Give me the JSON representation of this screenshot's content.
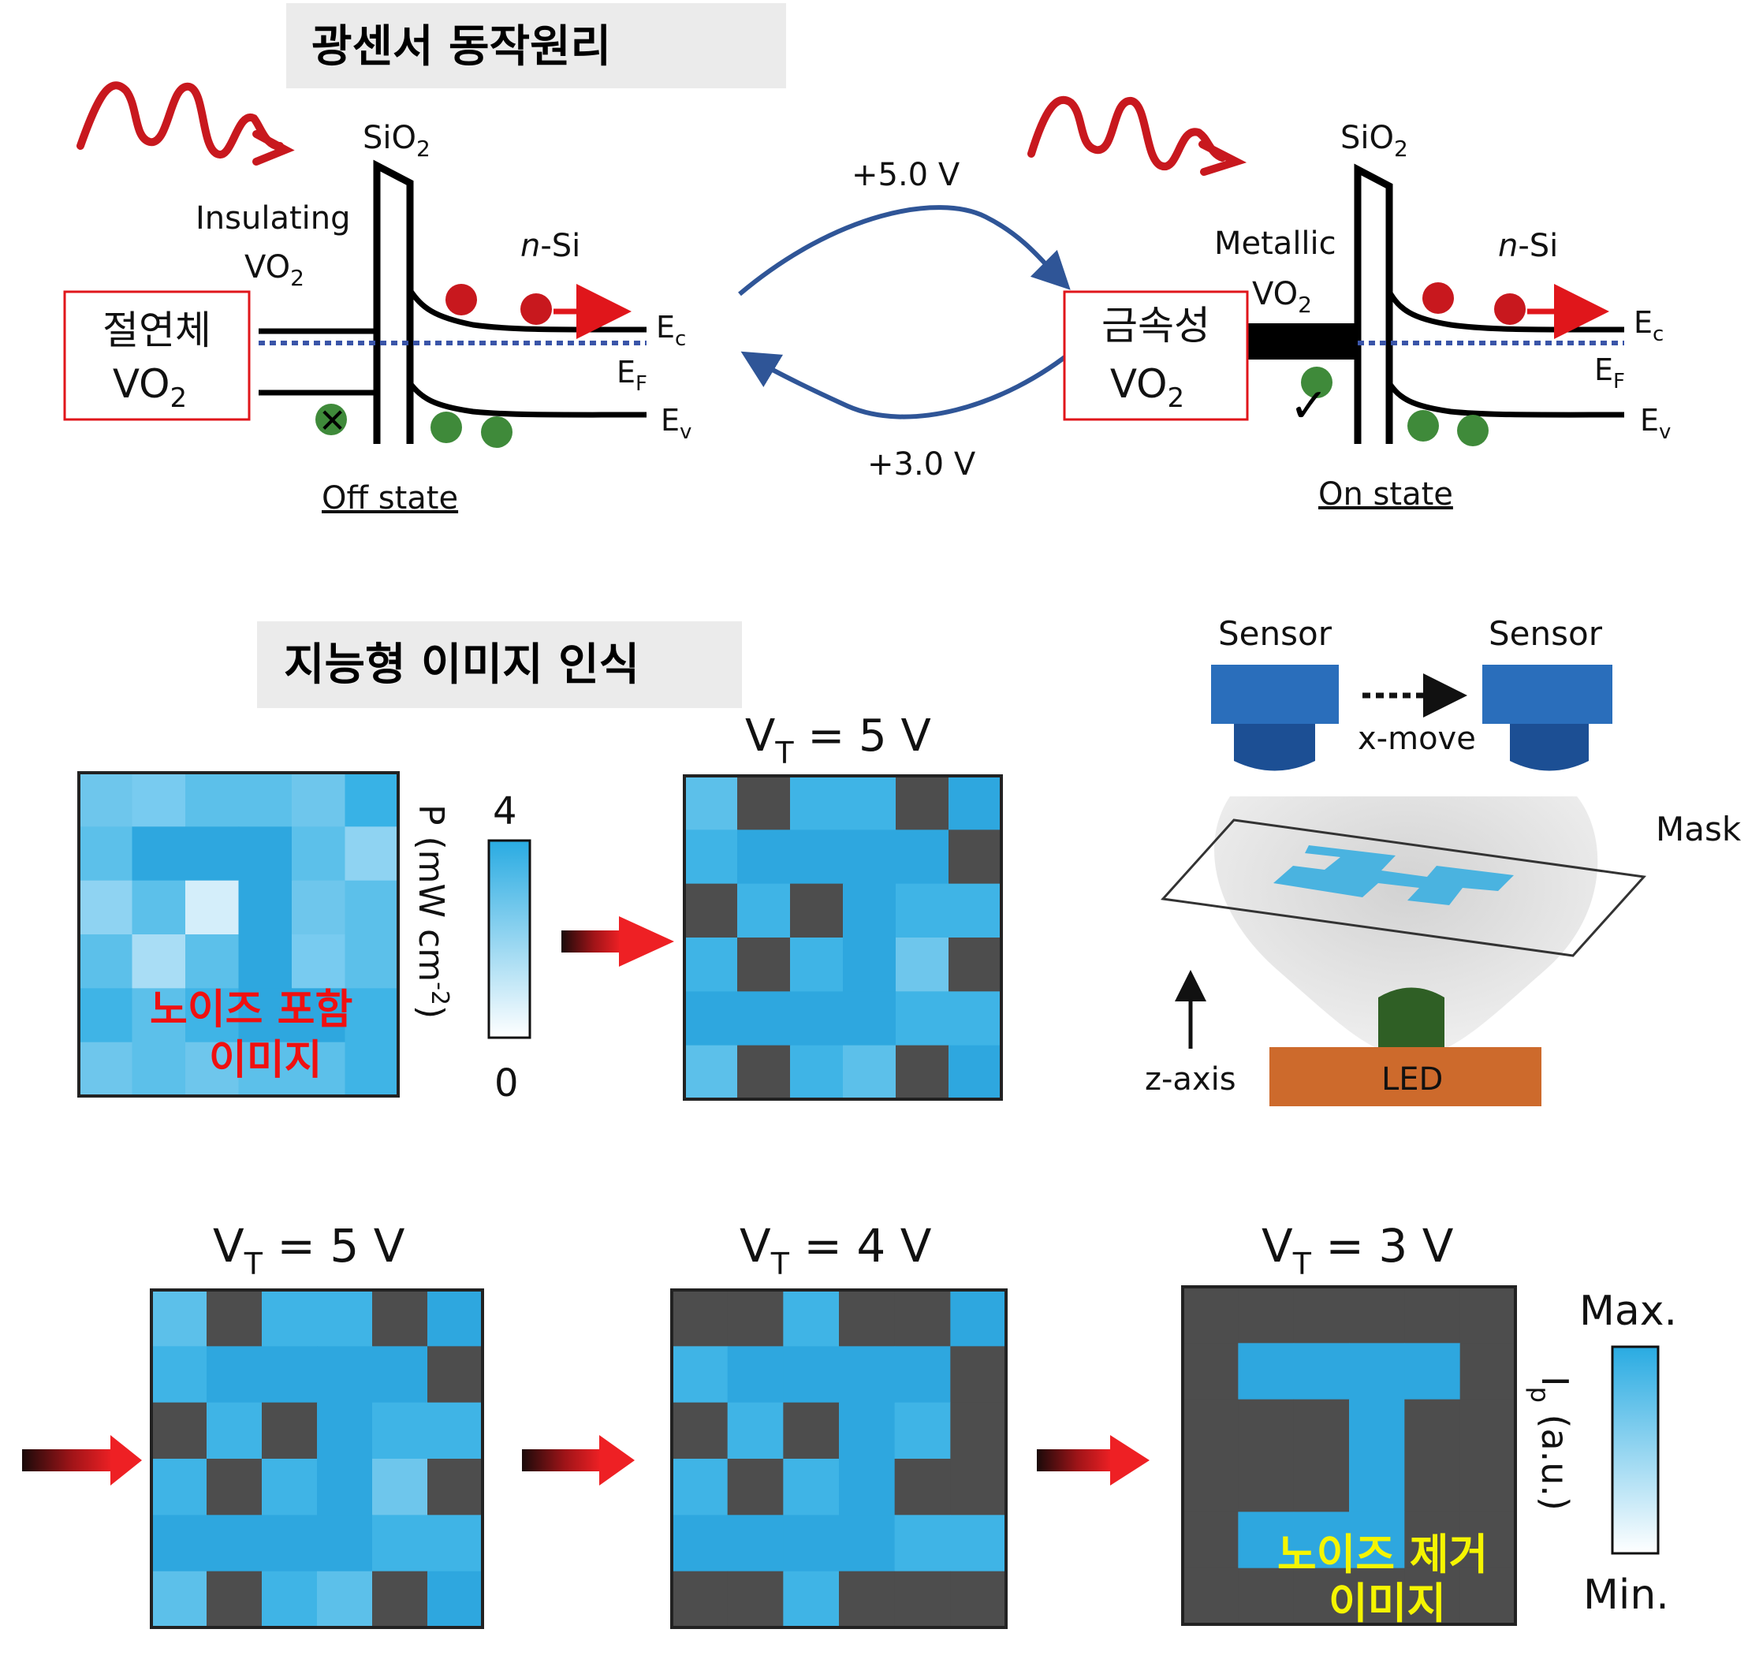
{
  "section1": {
    "title": "광센서 동작원리",
    "off_state": {
      "oxide_label": "SiO",
      "oxide_sub": "2",
      "material_line1": "Insulating",
      "material_line2": "VO",
      "material_sub": "2",
      "semiconductor": "n",
      "semiconductor_suffix": "-Si",
      "ec": "E",
      "ec_sub": "c",
      "ef": "E",
      "ef_sub": "F",
      "ev": "E",
      "ev_sub": "v",
      "callout_line1": "절연체",
      "callout_line2": "VO",
      "callout_sub": "2",
      "state_label": "Off state",
      "mark": "✕"
    },
    "on_state": {
      "oxide_label": "SiO",
      "oxide_sub": "2",
      "material_line1": "Metallic",
      "material_line2": "VO",
      "material_sub": "2",
      "semiconductor": "n",
      "semiconductor_suffix": "-Si",
      "ec": "E",
      "ec_sub": "c",
      "ef": "E",
      "ef_sub": "F",
      "ev": "E",
      "ev_sub": "v",
      "callout_line1": "금속성",
      "callout_line2": "VO",
      "callout_sub": "2",
      "state_label": "On state",
      "mark": "✓"
    },
    "switch_on_voltage": "+5.0 V",
    "switch_off_voltage": "+3.0 V"
  },
  "section2": {
    "title": "지능형 이미지 인식",
    "input_image_label_line1": "노이즈 포함",
    "input_image_label_line2": "이미지",
    "colorbar": {
      "label": "P (mW cm",
      "label_sup": "-2",
      "label_close": ")",
      "max": "4",
      "min": "0"
    },
    "vt5_title": "V",
    "vt5_sub": "T",
    "vt5_value": " = 5 V",
    "setup": {
      "sensor_left": "Sensor",
      "sensor_right": "Sensor",
      "move": "x-move",
      "mask": "Mask",
      "axis": "z-axis",
      "led": "LED"
    }
  },
  "section3": {
    "panels": [
      {
        "v": "V",
        "sub": "T",
        "value": " = 5 V"
      },
      {
        "v": "V",
        "sub": "T",
        "value": " = 4 V"
      },
      {
        "v": "V",
        "sub": "T",
        "value": " = 3 V"
      }
    ],
    "output_label_line1": "노이즈 제거",
    "output_label_line2": "이미지",
    "colorbar": {
      "max": "Max.",
      "min": "Min.",
      "label": "I",
      "label_sub": "p",
      "label_rest": " (a.u.)"
    }
  },
  "colors": {
    "title_bg": "#ebebeb",
    "callout_border": "#e0161b",
    "wave_red": "#c8181e",
    "arrow_blue": "#2f5597",
    "electron_red": "#c8181e",
    "hole_green": "#3f8a3a",
    "fermi_blue": "#3a55a8",
    "pixel_blue": "#29abe2",
    "pixel_dark": "#4d4d4d",
    "label_red": "#f01010",
    "label_yellow": "#f5f500",
    "sensor_blue": "#2a6ebb",
    "led_orange": "#cd6a2c",
    "led_green": "#2f5f25"
  },
  "grids": {
    "noisy_input": [
      [
        "#6ec6ec",
        "#78cbf0",
        "#5cc0ea",
        "#5cc0ea",
        "#6ec6ec",
        "#38b2e6"
      ],
      [
        "#5cc0ea",
        "#2ea7df",
        "#2ea7df",
        "#2ea7df",
        "#5cc0ea",
        "#8fd3f2"
      ],
      [
        "#8fd3f2",
        "#5cc0ea",
        "#d4eefa",
        "#2ea7df",
        "#6ec6ec",
        "#5cc0ea"
      ],
      [
        "#5cc0ea",
        "#a9ddf5",
        "#5cc0ea",
        "#2ea7df",
        "#78cbf0",
        "#5cc0ea"
      ],
      [
        "#3fb4e6",
        "#5cc0ea",
        "#3fb4e6",
        "#2ea7df",
        "#2ea7df",
        "#3fb4e6"
      ],
      [
        "#6ec6ec",
        "#5cc0ea",
        "#6ec6ec",
        "#5cc0ea",
        "#5cc0ea",
        "#3fb4e6"
      ]
    ],
    "vt5": [
      [
        "#5cc0ea",
        "#4d4d4d",
        "#3fb4e6",
        "#3fb4e6",
        "#4d4d4d",
        "#2ea7df"
      ],
      [
        "#3fb4e6",
        "#2ea7df",
        "#2ea7df",
        "#2ea7df",
        "#2ea7df",
        "#4d4d4d"
      ],
      [
        "#4d4d4d",
        "#3fb4e6",
        "#4d4d4d",
        "#2ea7df",
        "#3fb4e6",
        "#3fb4e6"
      ],
      [
        "#3fb4e6",
        "#4d4d4d",
        "#3fb4e6",
        "#2ea7df",
        "#6ec6ec",
        "#4d4d4d"
      ],
      [
        "#2ea7df",
        "#2ea7df",
        "#2ea7df",
        "#2ea7df",
        "#3fb4e6",
        "#3fb4e6"
      ],
      [
        "#5cc0ea",
        "#4d4d4d",
        "#3fb4e6",
        "#5cc0ea",
        "#4d4d4d",
        "#2ea7df"
      ]
    ],
    "vt4": [
      [
        "#4d4d4d",
        "#4d4d4d",
        "#3fb4e6",
        "#4d4d4d",
        "#4d4d4d",
        "#2ea7df"
      ],
      [
        "#3fb4e6",
        "#2ea7df",
        "#2ea7df",
        "#2ea7df",
        "#2ea7df",
        "#4d4d4d"
      ],
      [
        "#4d4d4d",
        "#3fb4e6",
        "#4d4d4d",
        "#2ea7df",
        "#3fb4e6",
        "#4d4d4d"
      ],
      [
        "#3fb4e6",
        "#4d4d4d",
        "#3fb4e6",
        "#2ea7df",
        "#4d4d4d",
        "#4d4d4d"
      ],
      [
        "#2ea7df",
        "#2ea7df",
        "#2ea7df",
        "#2ea7df",
        "#3fb4e6",
        "#3fb4e6"
      ],
      [
        "#4d4d4d",
        "#4d4d4d",
        "#3fb4e6",
        "#4d4d4d",
        "#4d4d4d",
        "#4d4d4d"
      ]
    ],
    "vt3": [
      [
        "#4d4d4d",
        "#4d4d4d",
        "#4d4d4d",
        "#4d4d4d",
        "#4d4d4d",
        "#4d4d4d"
      ],
      [
        "#4d4d4d",
        "#2ea7df",
        "#2ea7df",
        "#2ea7df",
        "#2ea7df",
        "#4d4d4d"
      ],
      [
        "#4d4d4d",
        "#4d4d4d",
        "#4d4d4d",
        "#2ea7df",
        "#4d4d4d",
        "#4d4d4d"
      ],
      [
        "#4d4d4d",
        "#4d4d4d",
        "#4d4d4d",
        "#2ea7df",
        "#4d4d4d",
        "#4d4d4d"
      ],
      [
        "#4d4d4d",
        "#2ea7df",
        "#2ea7df",
        "#2ea7df",
        "#4d4d4d",
        "#4d4d4d"
      ],
      [
        "#4d4d4d",
        "#4d4d4d",
        "#4d4d4d",
        "#4d4d4d",
        "#4d4d4d",
        "#4d4d4d"
      ]
    ]
  }
}
